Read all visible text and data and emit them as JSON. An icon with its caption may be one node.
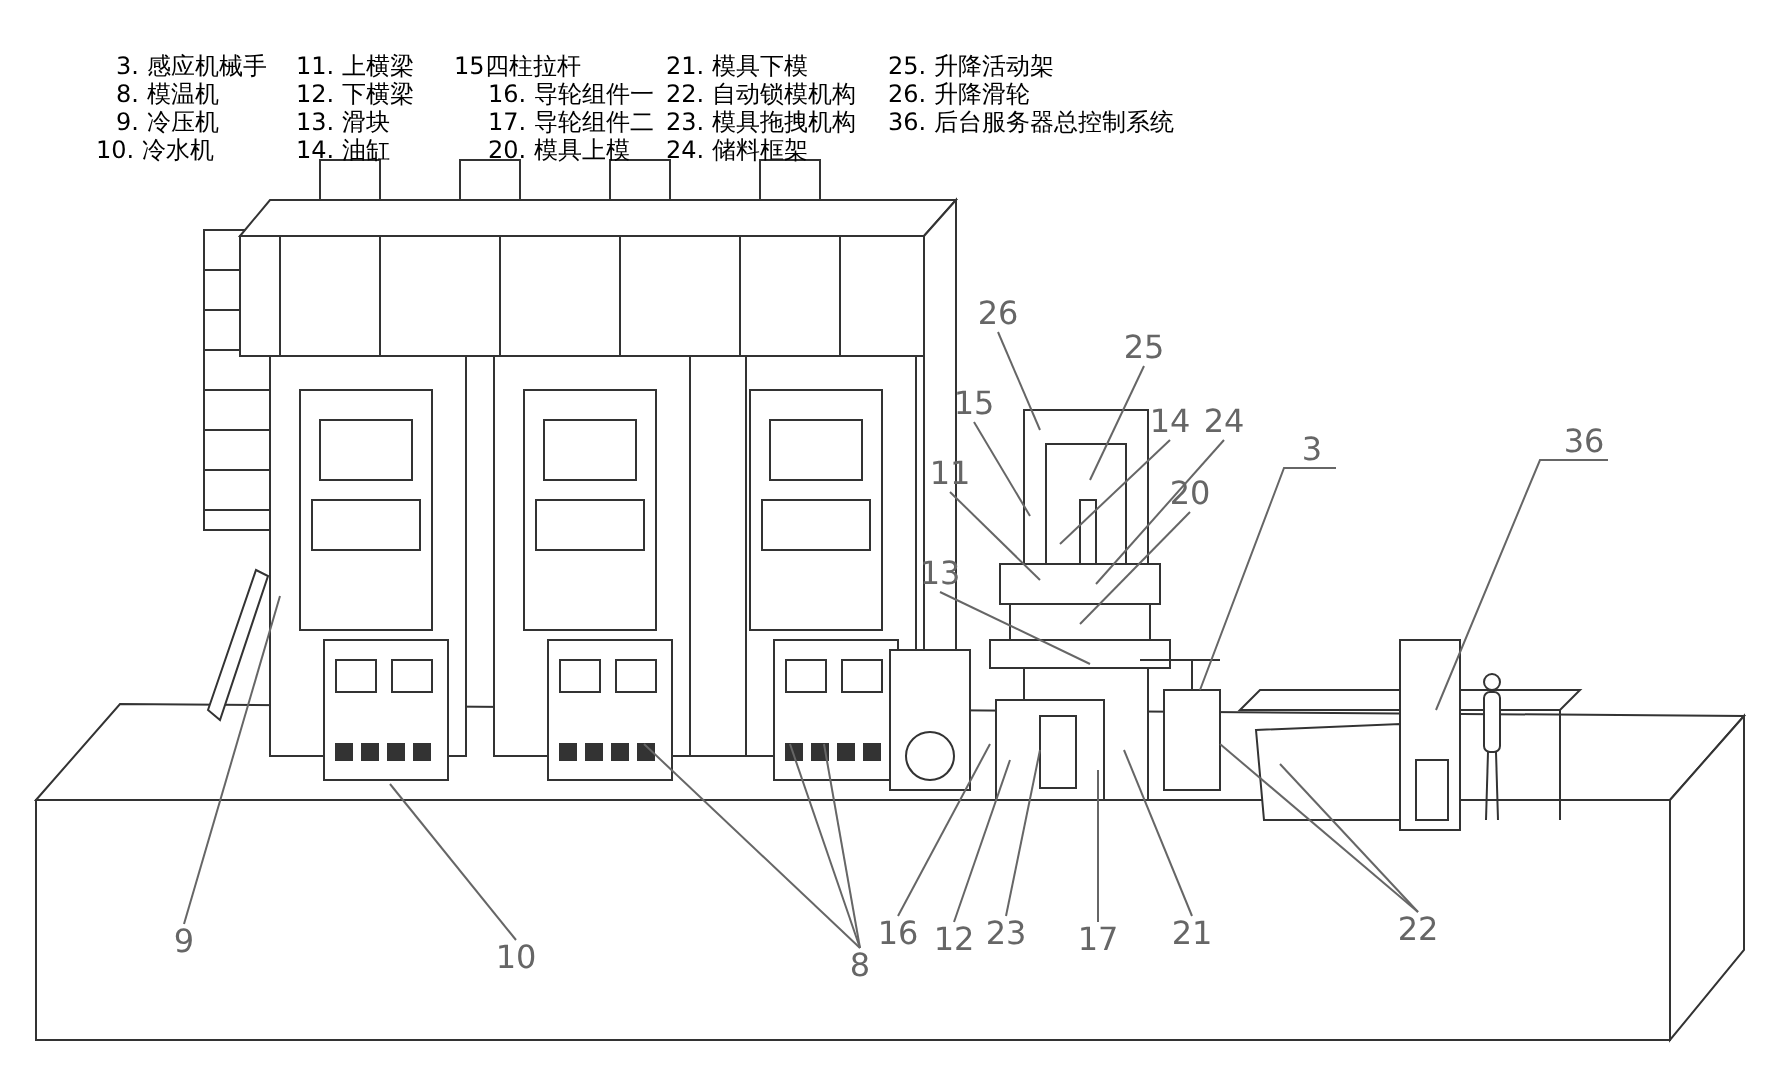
{
  "diagram": {
    "nodes": [
      {
        "text": [
          "26"
        ]
      },
      {
        "text": [
          "25"
        ]
      },
      {
        "text": [
          "15"
        ]
      },
      {
        "text": [
          "14"
        ]
      },
      {
        "text": [
          "24"
        ]
      },
      {
        "text": [
          "3"
        ]
      },
      {
        "text": [
          "36"
        ]
      },
      {
        "text": [
          "11"
        ]
      },
      {
        "text": [
          "20"
        ]
      },
      {
        "text": [
          "13"
        ]
      },
      {
        "text": [
          "16"
        ]
      },
      {
        "text": [
          "12"
        ]
      },
      {
        "text": [
          "23"
        ]
      },
      {
        "text": [
          "17"
        ]
      },
      {
        "text": [
          "21"
        ]
      },
      {
        "text": [
          "22"
        ]
      },
      {
        "text": [
          "9"
        ]
      },
      {
        "text": [
          "10"
        ]
      },
      {
        "text": [
          "8"
        ]
      }
    ],
    "edges": [
      {
        "from": 0,
        "to": null,
        "arrow": "none"
      },
      {
        "from": 1,
        "to": null,
        "arrow": "none"
      },
      {
        "from": 2,
        "to": null,
        "arrow": "none"
      },
      {
        "from": 3,
        "to": null,
        "arrow": "none"
      },
      {
        "from": 4,
        "to": null,
        "arrow": "none"
      },
      {
        "from": 5,
        "to": null,
        "arrow": "none"
      },
      {
        "from": 6,
        "to": null,
        "arrow": "none"
      },
      {
        "from": 7,
        "to": null,
        "arrow": "none"
      },
      {
        "from": 8,
        "to": null,
        "arrow": "none"
      },
      {
        "from": 9,
        "to": null,
        "arrow": "none"
      },
      {
        "from": 10,
        "to": null,
        "arrow": "none"
      },
      {
        "from": 11,
        "to": null,
        "arrow": "none"
      },
      {
        "from": 12,
        "to": null,
        "arrow": "none"
      },
      {
        "from": 13,
        "to": null,
        "arrow": "none"
      },
      {
        "from": 14,
        "to": null,
        "arrow": "none"
      },
      {
        "from": 15,
        "to": null,
        "arrow": "none"
      },
      {
        "from": 15,
        "to": null,
        "arrow": "none"
      },
      {
        "from": 16,
        "to": null,
        "arrow": "none"
      },
      {
        "from": 17,
        "to": null,
        "arrow": "none"
      },
      {
        "from": 18,
        "to": null,
        "arrow": "none"
      },
      {
        "from": 18,
        "to": null,
        "arrow": "none"
      },
      {
        "from": 18,
        "to": null,
        "arrow": "none"
      }
    ],
    "labels": [
      "3. 感应机械手",
      "8. 模温机",
      "9. 冷压机",
      "10. 冷水机",
      "11. 上横梁",
      "12. 下横梁",
      "13. 滑块",
      "14. 油缸",
      "15四柱拉杆",
      "16. 导轮组件一",
      "17. 导轮组件二",
      "20. 模具上模",
      "21. 模具下模",
      "22. 自动锁模机构",
      "23. 模具拖拽机构",
      "24. 储料框架",
      "25. 升降活动架",
      "26. 升降滑轮",
      "36. 后台服务器总控制系统"
    ]
  }
}
